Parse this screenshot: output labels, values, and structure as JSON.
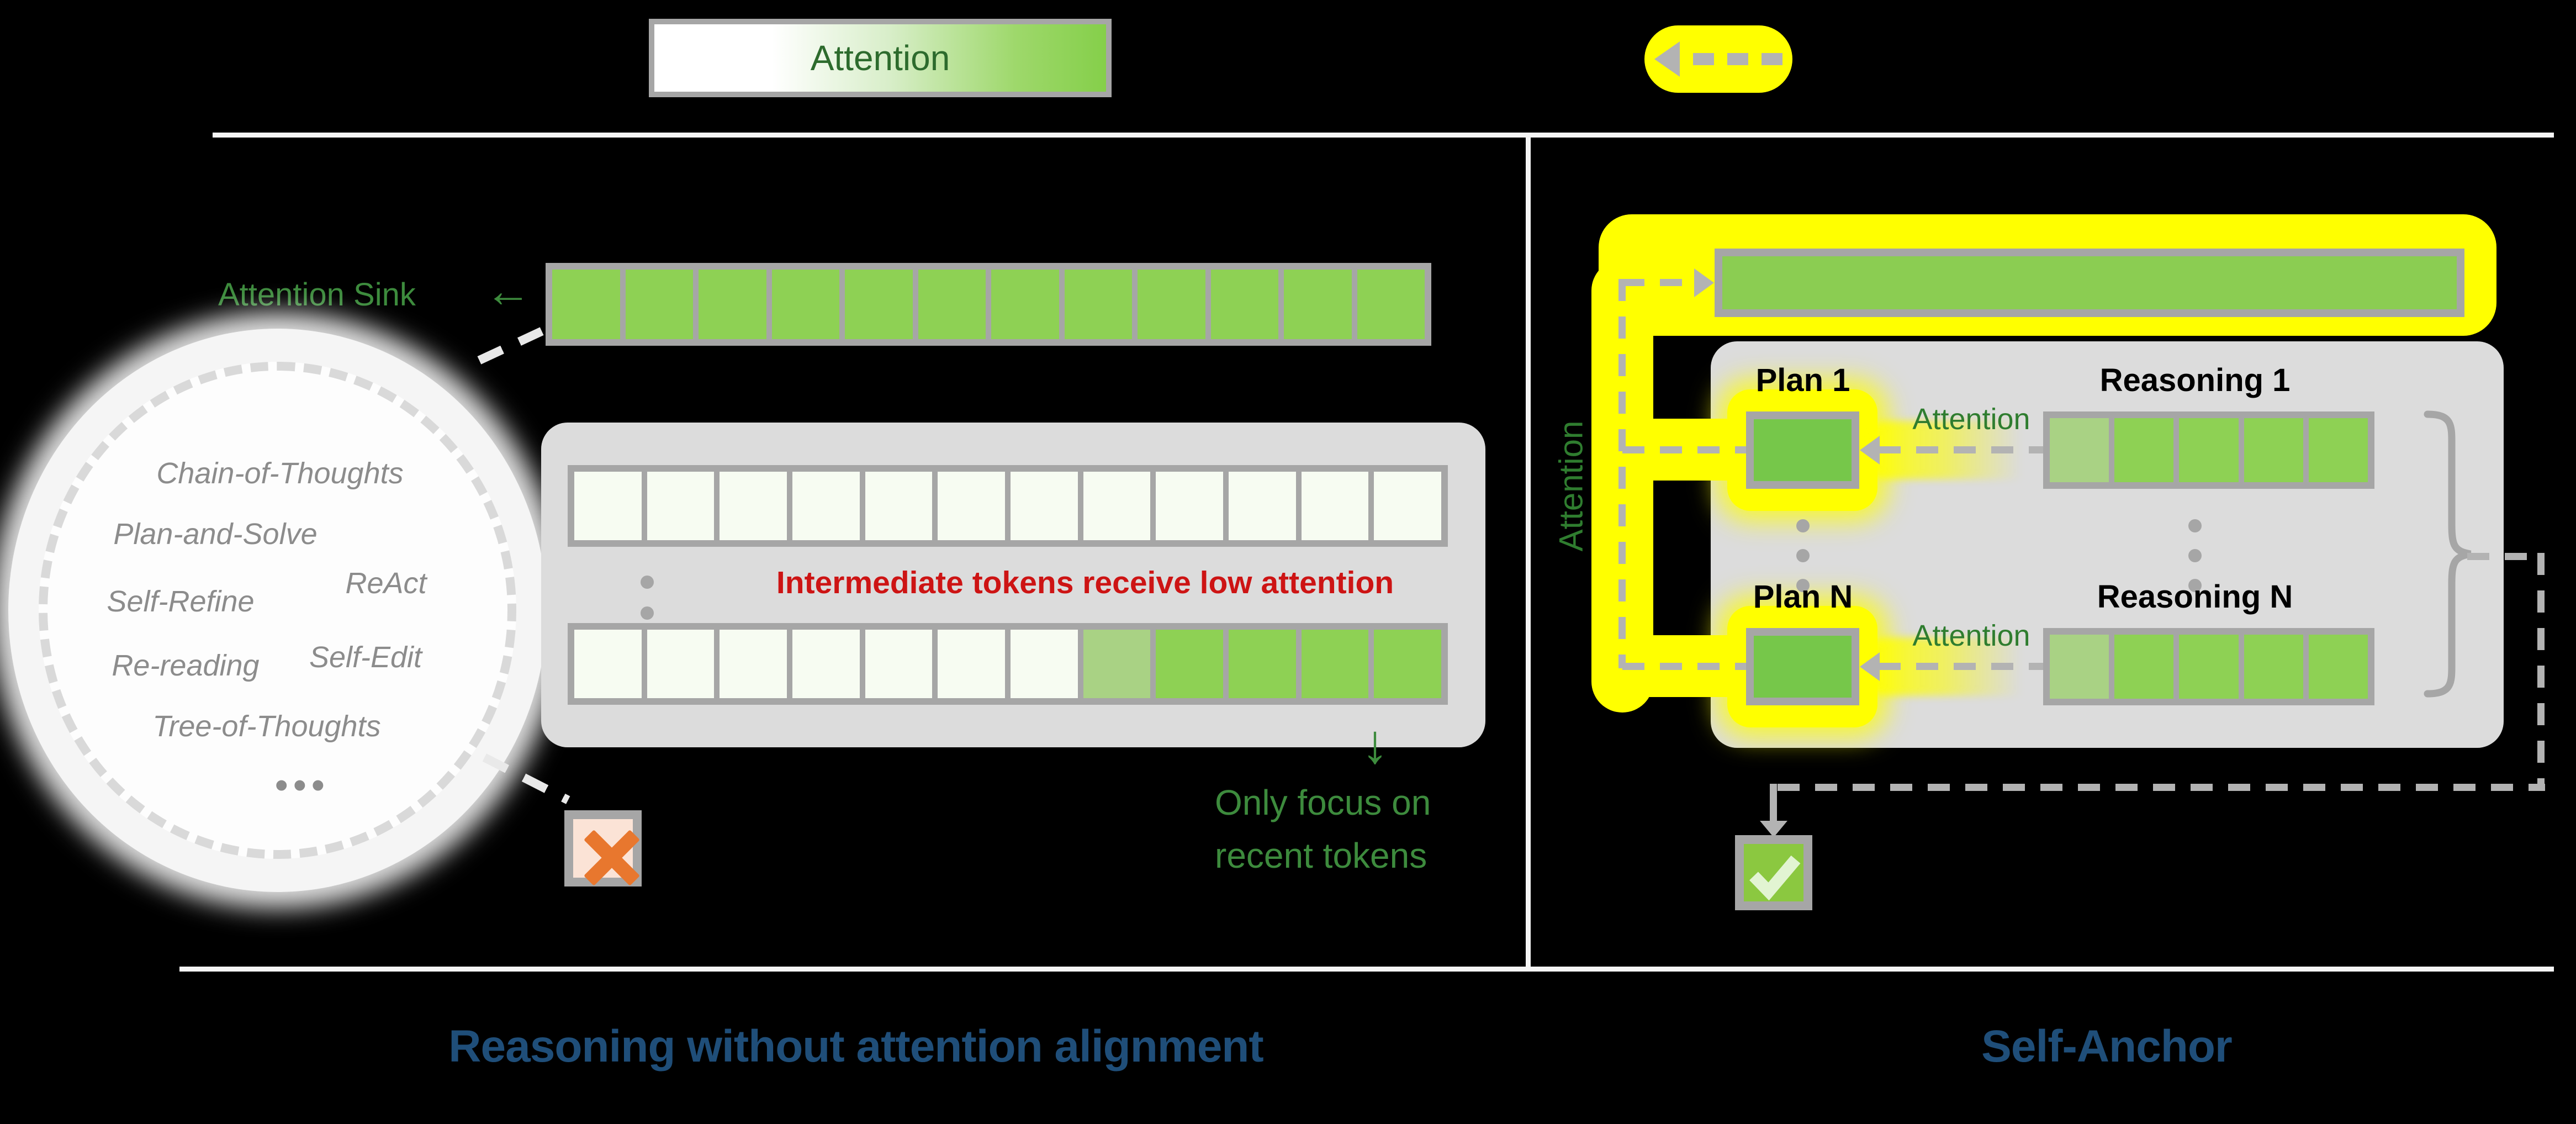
{
  "legend": {
    "attention_label": "Attention"
  },
  "left_panel": {
    "attention_sink_label": "Attention Sink",
    "sink_arrow": "←",
    "cloud_methods": [
      "Chain-of-Thoughts",
      "Plan-and-Solve",
      "Self-Refine",
      "ReAct",
      "Re-reading",
      "Self-Edit",
      "Tree-of-Thoughts",
      "•••"
    ],
    "warning_text": "Intermediate tokens receive low attention",
    "down_arrow": "↓",
    "recent_focus_line1": "Only focus on",
    "recent_focus_line2": "recent tokens",
    "title": "Reasoning without attention alignment"
  },
  "right_panel": {
    "vertical_attention_label": "Attention",
    "rows": [
      {
        "plan_label": "Plan 1",
        "attention_label": "Attention",
        "reasoning_label": "Reasoning 1"
      },
      {
        "plan_label": "Plan N",
        "attention_label": "Attention",
        "reasoning_label": "Reasoning N"
      }
    ],
    "title": "Self-Anchor"
  },
  "tokens": {
    "palette": {
      "full": "#8ed154",
      "empty": "#f7fcf2",
      "mid": "#a9d284",
      "bar": "#8bcd52",
      "plan": "#76c74a",
      "check": "#8bc840"
    },
    "rows": {
      "sink": [
        "full",
        "full",
        "full",
        "full",
        "full",
        "full",
        "full",
        "full",
        "full",
        "full",
        "full",
        "full"
      ],
      "early": [
        "empty",
        "empty",
        "empty",
        "empty",
        "empty",
        "empty",
        "empty",
        "empty",
        "empty",
        "empty",
        "empty",
        "empty"
      ],
      "recent": [
        "empty",
        "empty",
        "empty",
        "empty",
        "empty",
        "empty",
        "empty",
        "mid",
        "full",
        "full",
        "full",
        "full"
      ],
      "reasoning1": [
        "mid",
        "full",
        "full",
        "full",
        "full"
      ],
      "reasoningN": [
        "mid",
        "full",
        "full",
        "full",
        "full"
      ]
    }
  },
  "colors": {
    "accent_yellow": "#ffff00",
    "green_text": "#3d8b3d",
    "warning_red": "#cd1414",
    "title_navy": "#1f4e79",
    "x_orange": "#e8772e",
    "border_gray": "#a6a6a6"
  }
}
